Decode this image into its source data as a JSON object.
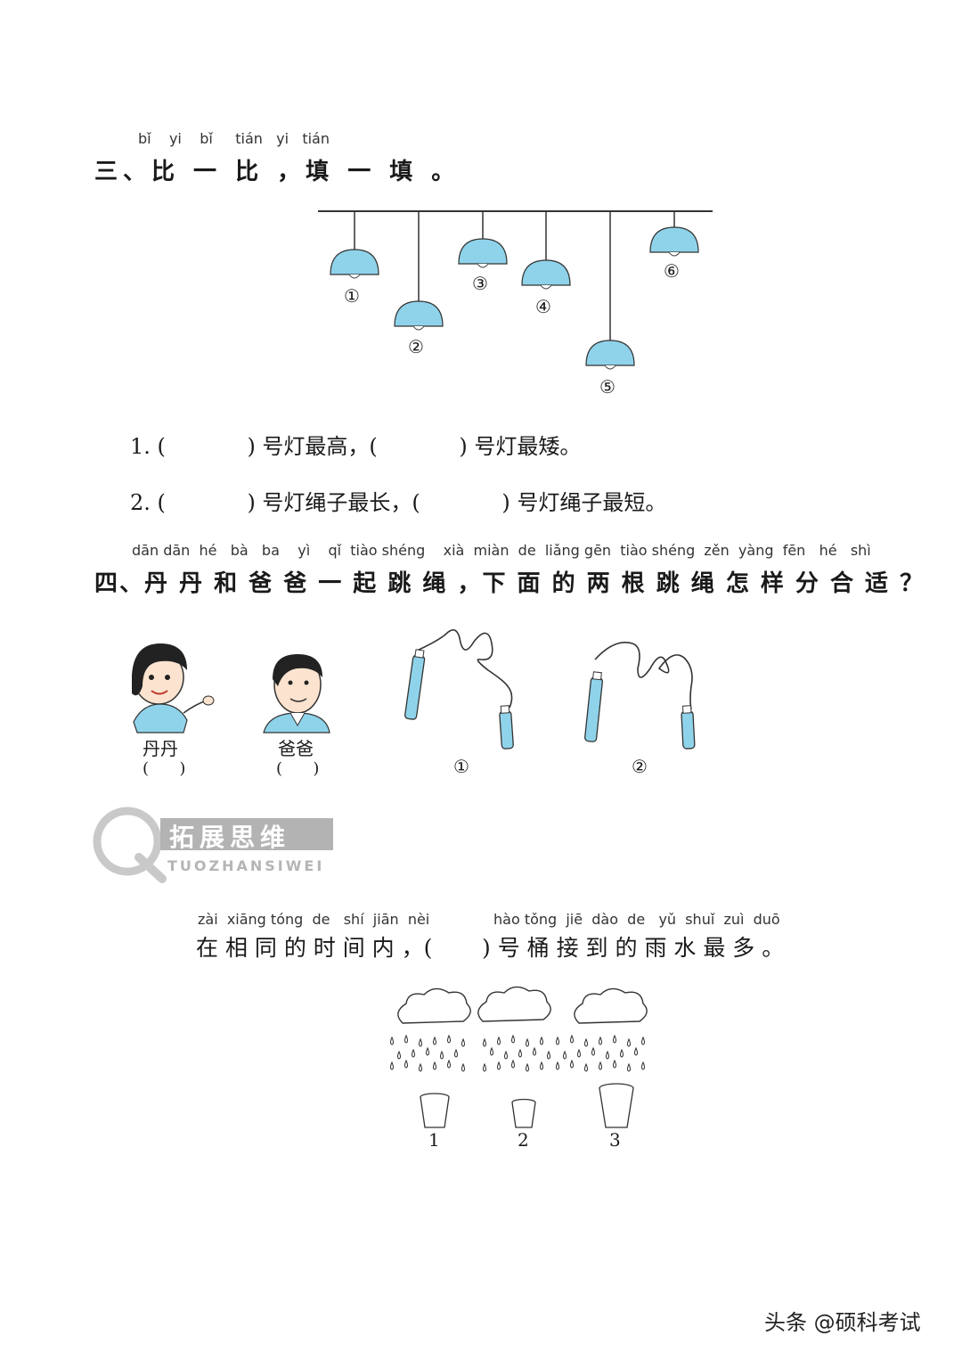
{
  "section3": {
    "pinyin": "bǐ    yi    bǐ     tián   yi   tián",
    "title": "三、比 一 比 ，填 一 填 。",
    "lamp_numbers": [
      "①",
      "②",
      "③",
      "④",
      "⑤",
      "⑥"
    ],
    "lamp_color": "#8fd3ea",
    "q1": "1. (            ) 号灯最高，(            ) 号灯最矮。",
    "q2": "2. (            ) 号灯绳子最长，(            ) 号灯绳子最短。"
  },
  "section4": {
    "pinyin": "dān dān  hé   bà   ba    yì    qǐ  tiào shéng    xià  miàn  de  liǎng gēn  tiào shéng  zěn  yàng  fēn   hé   shì",
    "title": "四、丹 丹 和 爸 爸 一 起 跳 绳 ，下 面 的 两 根 跳 绳 怎 样 分 合 适 ？",
    "person1": "丹丹",
    "person2": "爸爸",
    "blank": "(      )",
    "rope1": "①",
    "rope2": "②",
    "rope_handle_color": "#8fd3ea"
  },
  "watermark": {
    "title": "拓展思维",
    "subtitle": "TUOZHANSIWEI"
  },
  "extension": {
    "pinyin_left": "zài  xiāng tóng  de   shí  jiān  nèi",
    "pinyin_right": "hào tǒng  jiē  dào  de   yǔ  shuǐ  zuì  duō",
    "question": "在 相 同 的 时 间 内 ，(       ) 号 桶 接 到 的 雨 水 最 多 。",
    "buckets": [
      "1",
      "2",
      "3"
    ]
  },
  "credit": "头条 @硕科考试"
}
